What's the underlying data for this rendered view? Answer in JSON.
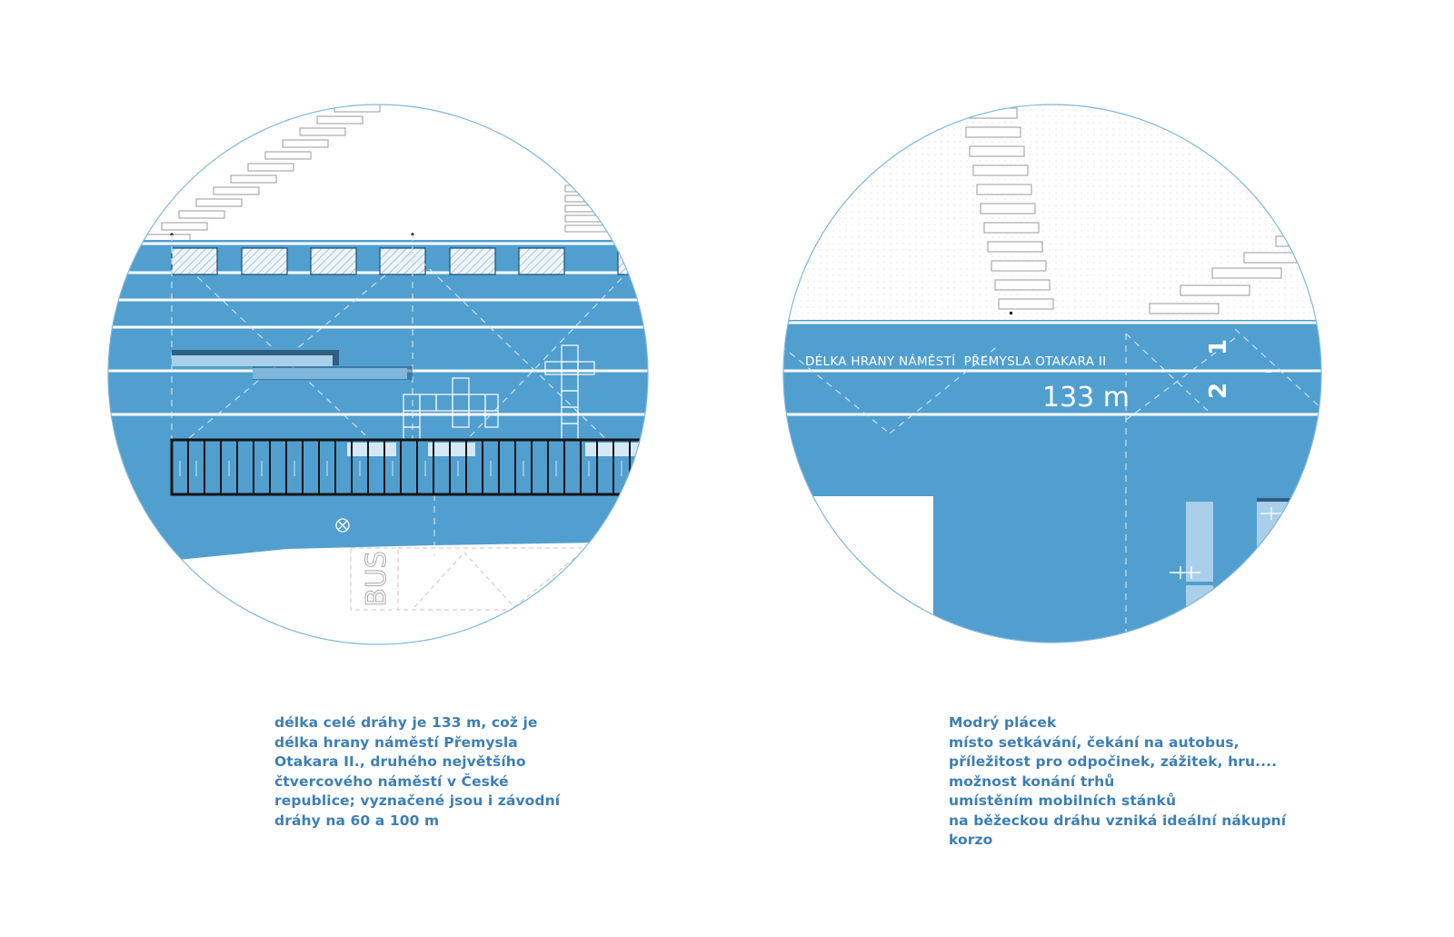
{
  "colors": {
    "track_blue": "#519fcf",
    "line_white": "#ffffff",
    "outline_blue": "#7fb6dc",
    "light_blue": "#a9cfea",
    "text_blue": "#3d7fb5",
    "dark": "#151515"
  },
  "left_panel": {
    "bus_label": "BUS",
    "caption_lines": [
      "délka celé dráhy je 133 m, což je",
      "délka hrany náměstí Přemysla",
      "Otakara II., druhého největšího",
      "čtvercového náměstí v České",
      "republice; vyznačené jsou i závodní",
      "dráhy na 60 a 100 m"
    ]
  },
  "right_panel": {
    "edge_label": "DÉLKA HRANY NÁMĚSTÍ  PŘEMYSLA OTAKARA II",
    "length_label": "133 m",
    "lane_numbers": [
      "1",
      "2"
    ],
    "caption_lines": [
      "Modrý plácek",
      "místo setkávání, čekání na autobus,",
      "příležitost pro odpočinek, zážitek, hru....",
      "možnost konání trhů",
      "umístěním mobilních stánků",
      "na běžeckou dráhu vzniká ideální nákupní",
      "korzo"
    ]
  }
}
